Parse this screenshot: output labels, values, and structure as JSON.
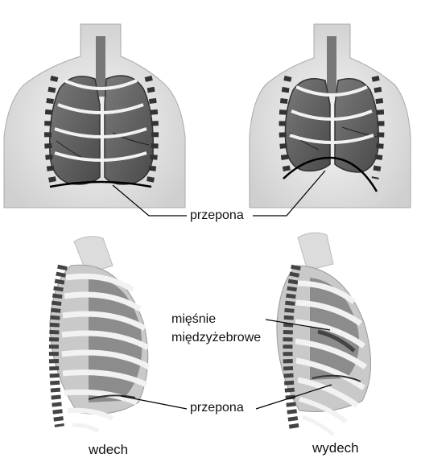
{
  "labels": {
    "diaphragm_top": "przepona",
    "intercostal_line1": "mięśnie",
    "intercostal_line2": "międzyżebrowe",
    "diaphragm_bottom": "przepona"
  },
  "captions": {
    "inhale": "wdech",
    "exhale": "wydech"
  },
  "colors": {
    "skin": "#e9e9e9",
    "lung": "#5e5e5e",
    "rib_light": "#efefef",
    "rib_dark": "#333333",
    "line": "#000000"
  }
}
